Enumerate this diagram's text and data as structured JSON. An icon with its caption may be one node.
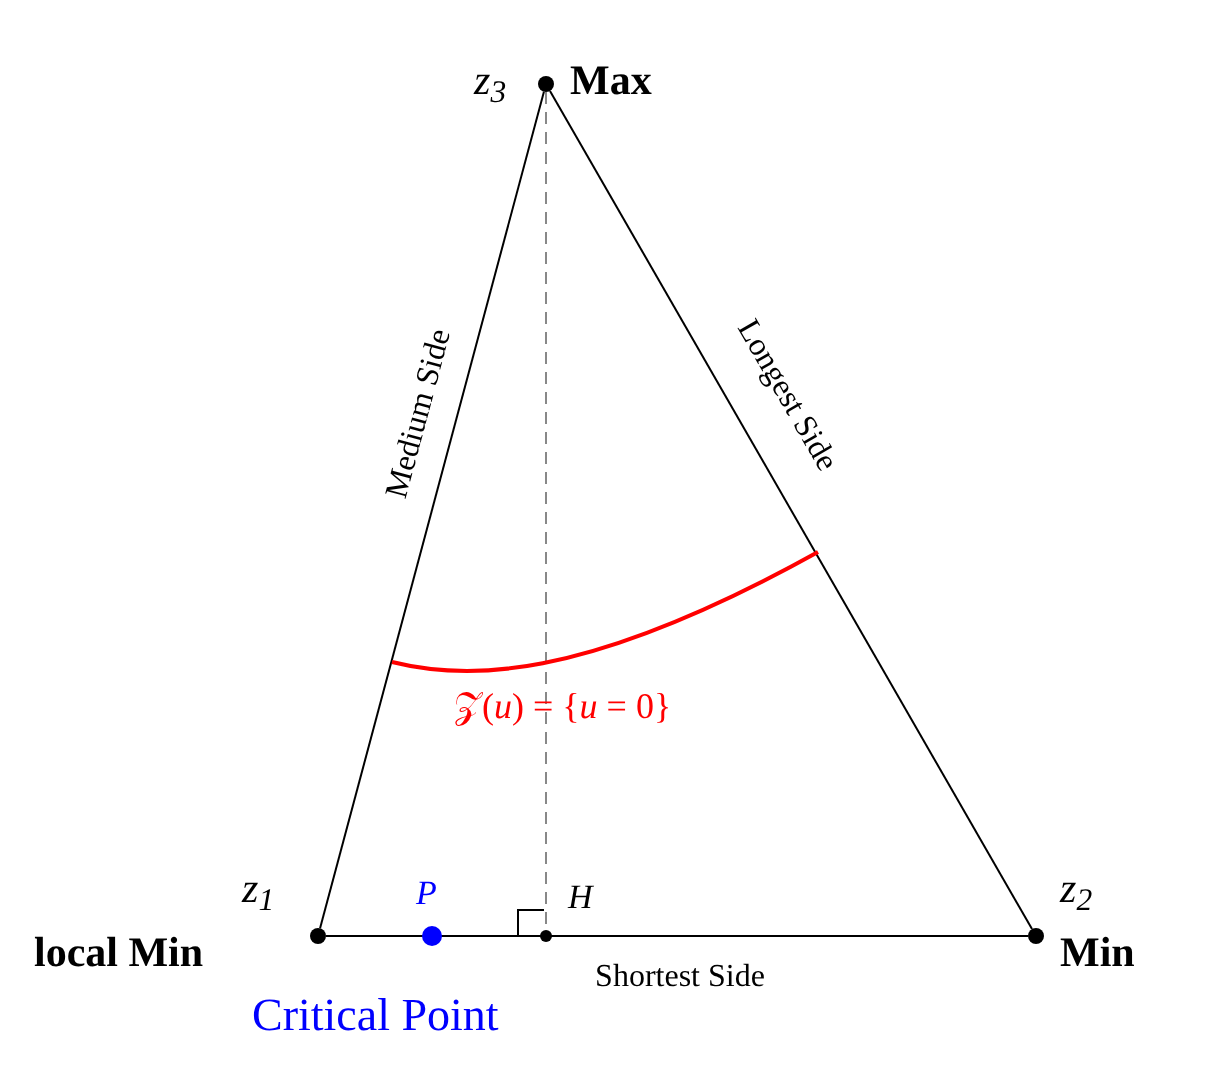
{
  "diagram": {
    "nodes": [
      {
        "text": [
          "z$_{3}$",
          "Max"
        ]
      },
      {
        "text": [
          "z$_{1}$",
          "local Min"
        ]
      },
      {
        "text": [
          "P"
        ],
        "beside": [
          "Critical Point"
        ]
      },
      {
        "text": [
          "H"
        ]
      },
      {
        "text": [
          "z$_{2}$",
          "Min"
        ]
      }
    ],
    "edges": [
      {
        "from": 1,
        "to": 4,
        "arrow": "none",
        "label": "Shortest Side"
      },
      {
        "from": 4,
        "to": 0,
        "arrow": "none",
        "label": "Longest Side"
      },
      {
        "from": 0,
        "to": 1,
        "arrow": "none",
        "label": "Medium Side"
      },
      {
        "from": 0,
        "to": 3,
        "arrow": "none",
        "style": "dashed",
        "color": "#888888"
      }
    ],
    "labels": [
      "𝒵(*u*) = {*u* = 0}"
    ]
  }
}
